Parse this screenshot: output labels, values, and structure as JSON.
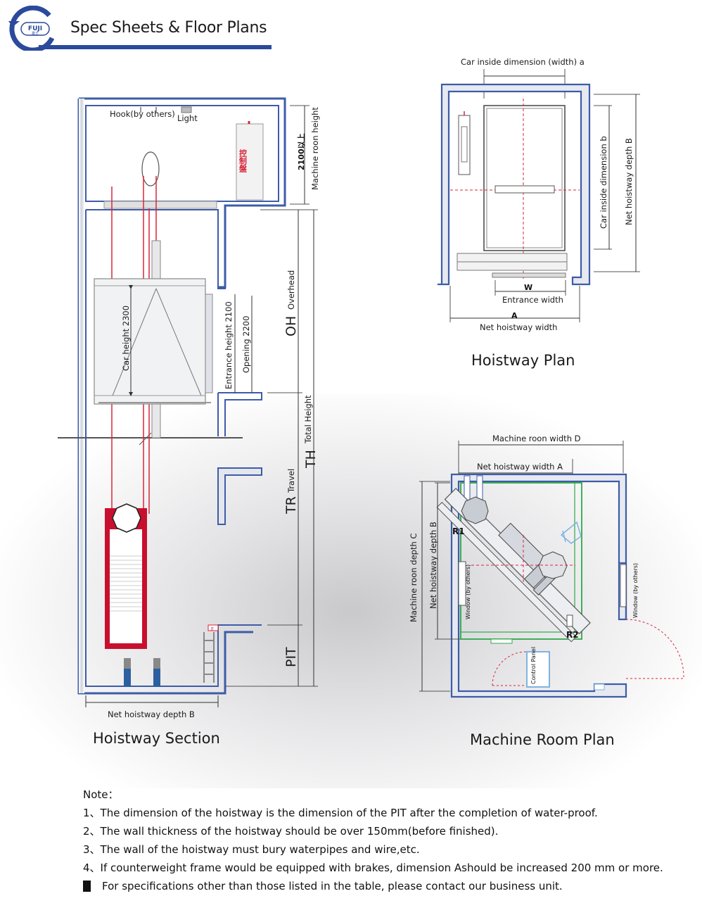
{
  "header": {
    "title": "Spec Sheets & Floor Plans",
    "logo_text": "FUJI",
    "logo_subtext": "富士"
  },
  "section": {
    "caption": "Hoistway Section",
    "hook": "Hook(by others)",
    "light": "Light",
    "control": "控制盤",
    "mr_height_val": "2100以上",
    "mr_height": "Machine roon height",
    "car_height": "Car height  2300",
    "entrance_height": "Entrance height  2100",
    "opening": "Opening  2200",
    "oh": "OH",
    "overhead": "Overhead",
    "th": "TH",
    "total_height": "Total Height",
    "tr": "TR",
    "travel": "Travel",
    "pit": "PIT",
    "net_depth": "Net hoistway depth   B",
    "f_label": "F"
  },
  "hoistway_plan": {
    "caption": "Hoistway Plan",
    "car_width": "Car inside dimension (width)   a",
    "car_depth": "Car inside dimension  b",
    "net_depth": "Net hoistway depth  B",
    "w": "W",
    "entrance_width": "Entrance width",
    "a": "A",
    "net_width": "Net hoistway width"
  },
  "machine_room": {
    "caption": "Machine Room Plan",
    "mr_width": "Machine roon width   D",
    "net_width": "Net hoistway width   A",
    "mr_depth": "Machine roon depth  C",
    "net_depth": "Net hoistway depth  B",
    "r1": "R1",
    "r2": "R2",
    "window_left": "Window (by others)",
    "window_right": "Window (by others)",
    "control_panel": "Control Panel"
  },
  "notes": {
    "title": "Note：",
    "items": [
      "1、The dimension of the hoistway is the dimension of the PIT after the completion of water-proof.",
      "2、The wall thickness of the hoistway should be over 150mm(before finished).",
      "3、The wall of the hoistway must bury waterpipes and wire,etc.",
      "4、If counterweight frame would be equipped with brakes, dimension Ashould be increased 200 mm or more."
    ],
    "footer": "For specifications other than those listed in the table, please contact our business unit."
  },
  "colors": {
    "brand_blue": "#2b4a9c",
    "wall_blue": "#3d5ca8",
    "cable_red": "#d8263a",
    "counterweight_red": "#c8102e",
    "plan_green": "#2fa84a",
    "panel_blue": "#7fb3e0"
  }
}
